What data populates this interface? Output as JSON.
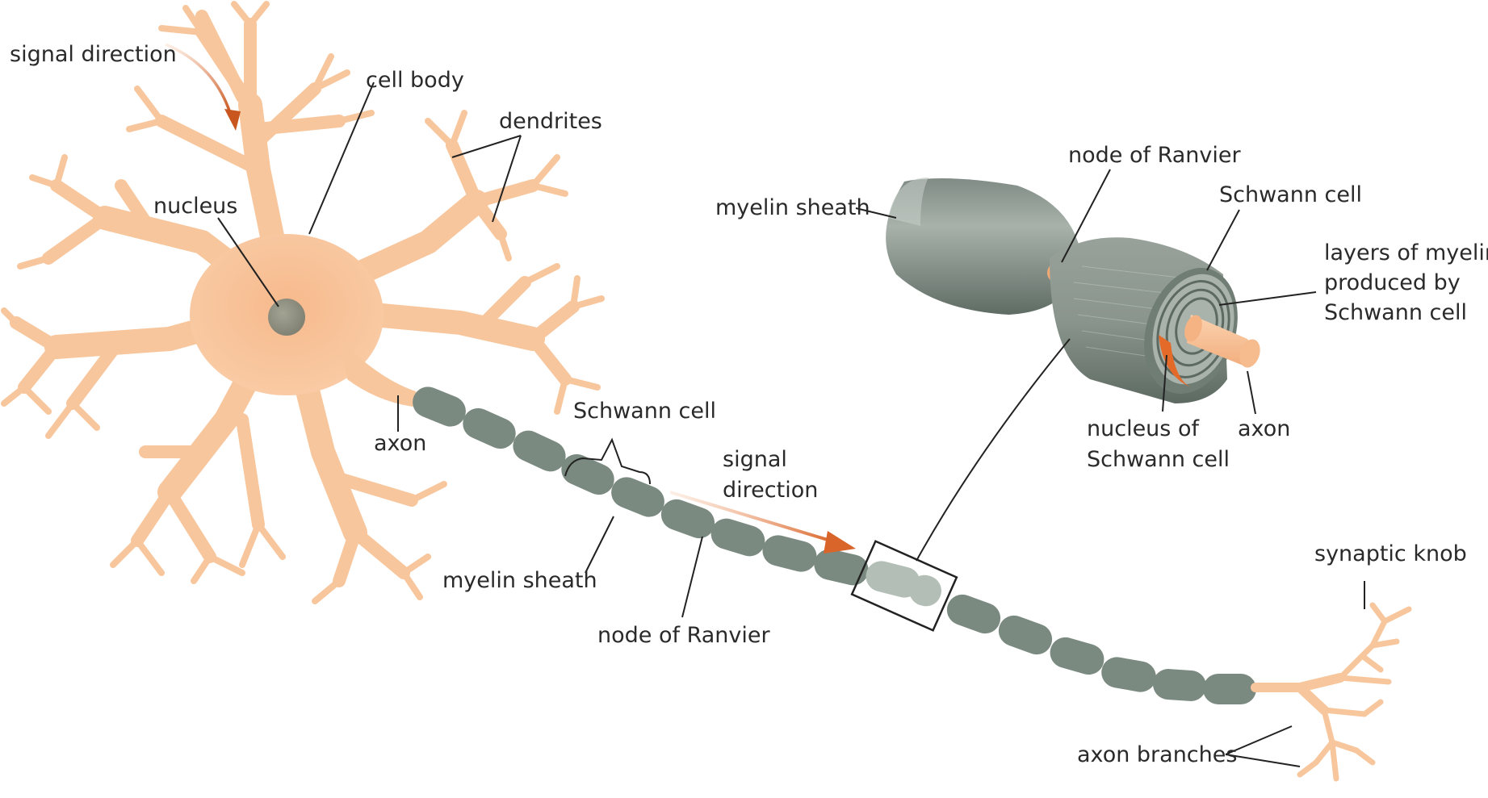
{
  "diagram": {
    "labels": {
      "signal_direction_top": "signal direction",
      "cell_body": "cell body",
      "dendrites": "dendrites",
      "nucleus": "nucleus",
      "axon_left": "axon",
      "schwann_cell_main": "Schwann cell",
      "signal_direction_mid_line1": "signal",
      "signal_direction_mid_line2": "direction",
      "myelin_sheath_main": "myelin sheath",
      "node_of_ranvier_main": "node of Ranvier",
      "synaptic_knob": "synaptic knob",
      "axon_branches": "axon branches",
      "inset_myelin_sheath": "myelin sheath",
      "inset_node_of_ranvier": "node of Ranvier",
      "inset_schwann_cell": "Schwann cell",
      "inset_layers_line1": "layers of myelin",
      "inset_layers_line2": "produced by",
      "inset_layers_line3": "Schwann cell",
      "inset_nucleus_line1": "nucleus of",
      "inset_nucleus_line2": "Schwann cell",
      "inset_axon": "axon"
    },
    "colors": {
      "neuron": "#f8c69c",
      "neuron_body": "#f9c8a0",
      "nucleus": "#8e8f7e",
      "myelin": "#7b8a80",
      "myelin_highlight": "#b3bfb6",
      "arrow": "#d9652a",
      "schwann_nucleus": "#e46a2a"
    }
  }
}
